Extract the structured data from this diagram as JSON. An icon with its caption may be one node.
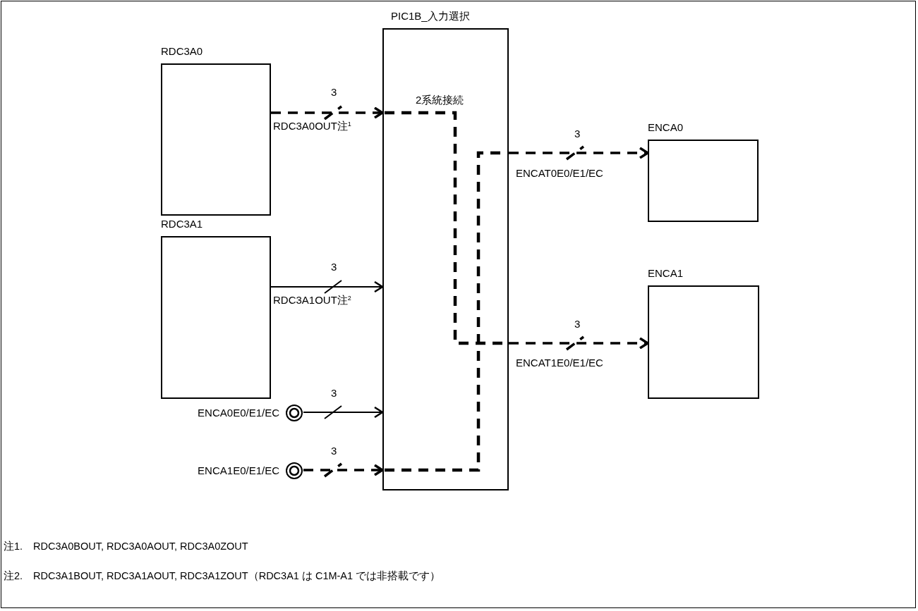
{
  "diagram": {
    "nodes": [
      {
        "text": [
          "RDC3A0"
        ]
      },
      {
        "text": [
          "RDC3A1"
        ]
      },
      {
        "text": [
          "PIC1B_入力選択"
        ]
      },
      {
        "text": [
          "ENCA0"
        ]
      },
      {
        "text": [
          "ENCA1"
        ]
      },
      {
        "text": [
          "ENCA0E0/E1/EC"
        ]
      },
      {
        "text": [
          "ENCA1E0/E1/EC"
        ]
      }
    ],
    "edges": [
      {
        "from": 0,
        "to": 2,
        "arrow": "to",
        "label": "RDC3A0OUT注$^{1}$",
        "style": "dashed"
      },
      {
        "from": 1,
        "to": 2,
        "arrow": "to",
        "label": "RDC3A1OUT注$^{2}$"
      },
      {
        "from": 5,
        "to": 2,
        "arrow": "to"
      },
      {
        "from": 6,
        "to": 2,
        "arrow": "to",
        "style": "dashed"
      },
      {
        "from": 2,
        "to": 3,
        "arrow": "to",
        "label": "ENCAT0E0/E1/EC",
        "style": "dashed"
      },
      {
        "from": 2,
        "to": 4,
        "arrow": "to",
        "label": "ENCAT1E0/E1/EC",
        "style": "dashed"
      }
    ],
    "labels": [
      "3",
      "2系統接続",
      "3",
      "3",
      "3",
      "3",
      "3",
      "注1.　RDC3A0BOUT, RDC3A0AOUT, RDC3A0ZOUT",
      "注2.　RDC3A1BOUT, RDC3A1AOUT, RDC3A1ZOUT（RDC3A1 は C1M-A1 では非搭載です）"
    ]
  }
}
